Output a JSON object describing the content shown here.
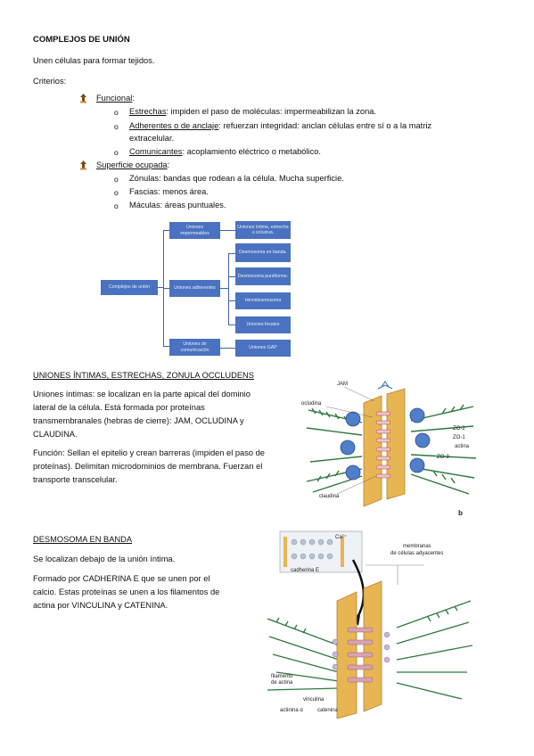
{
  "heading": "COMPLEJOS DE UNIÓN",
  "intro": "Unen células para formar tejidos.",
  "criteria_label": "Criterios:",
  "functional": {
    "label": "Funcional",
    "items": [
      {
        "term": "Estrechas",
        "desc": ": impiden el paso de moléculas: impermeabilizan la zona."
      },
      {
        "term": "Adherentes o de anclaje",
        "desc": ": refuerzan integridad: anclan células entre sí o a la matriz",
        "desc2": "extracelular."
      },
      {
        "term": "Comunicantes",
        "desc": ": acoplamiento eléctrico o metabólico."
      }
    ]
  },
  "occupied": {
    "label": "Superficie ocupada",
    "items": [
      "Zónulas: bandas que rodean a la célula. Mucha superficie.",
      "Fascias: menos área.",
      "Máculas: áreas puntuales."
    ]
  },
  "diagram": {
    "root": "Complejos de unión",
    "level1": [
      "Uniones impermeables",
      "Uniones adherentes",
      "Uniones de comunicación"
    ],
    "level2": [
      "Uniones íntima, estrecha u oclusiva.",
      "Desmosoma en banda.",
      "Desmosoma puntiforme.",
      "Hemidesmosoma",
      "Uniones focales",
      "Uniones GAP"
    ]
  },
  "section1": {
    "title": "UNIONES ÍNTIMAS, ESTRECHAS, ZONULA OCCLUDENS",
    "para1": [
      "Uniones íntimas: se localizan en la parte apical del dominio",
      "lateral de la célula. Está formada por proteínas",
      "transmembranales (hebras de cierre): JAM, OCLUDINA y",
      "CLAUDINA."
    ],
    "para2": [
      "Función: Sellan el epitelio y crean barreras (impiden el paso de",
      "proteínas). Delimitan microdominios de membrana. Fuerzan el",
      "transporte transcelular."
    ],
    "figure_labels": {
      "jam": "JAM",
      "ocludina": "ocludina",
      "zo2": "ZO-2",
      "zo1": "ZO-1",
      "actina": "actina",
      "zo3": "ZO-3",
      "claudina": "claudina",
      "b": "b"
    }
  },
  "section2": {
    "title": "DESMOSOMA EN BANDA",
    "para1": "Se localizan debajo de la unión íntima.",
    "para2": [
      "Formado por CADHERINA E que se unen por el",
      "calcio. Estas proteínas se unen a los filamentos de",
      "actina por VINCULINA y CATENINA."
    ],
    "figure_labels": {
      "ca": "Ca²⁺",
      "cadherina": "cadherina E",
      "membranas": "membranas",
      "membranas2": "de células adyacentes",
      "filamento": "filamento",
      "filamento2": "de actina",
      "vinculina": "vinculina",
      "actinina": "actinina α",
      "catenina": "catenina"
    }
  },
  "colors": {
    "box": "#4a72c0",
    "line": "#3e63ad",
    "actin": "#2e7a3c",
    "cell": "#e7b552",
    "protein": "#4f7fc8"
  }
}
